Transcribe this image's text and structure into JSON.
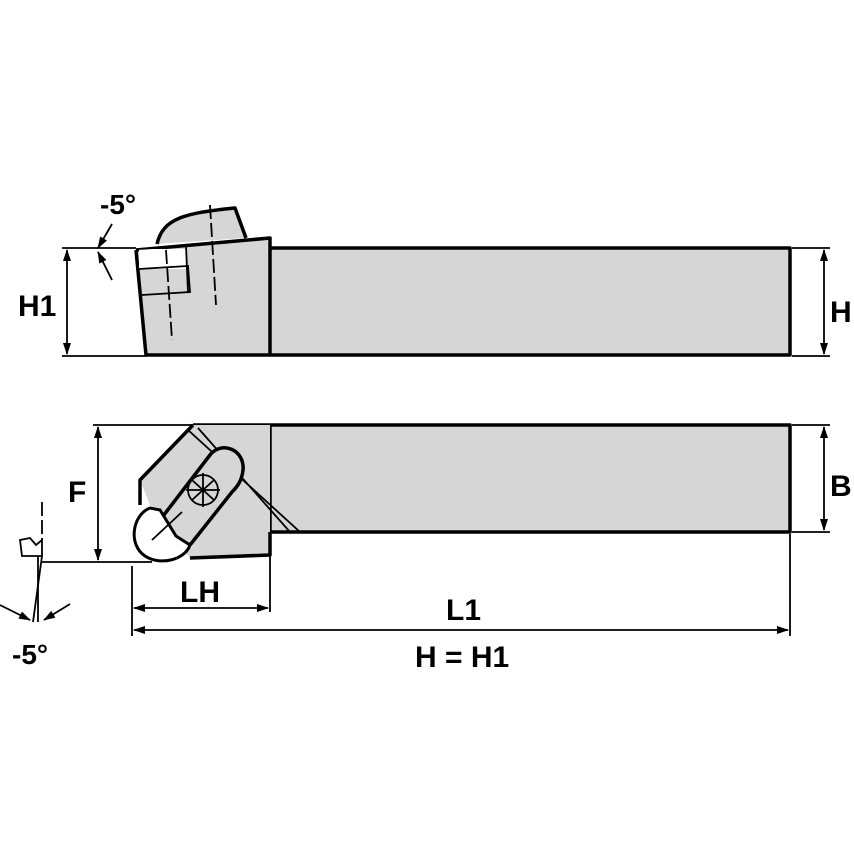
{
  "diagram": {
    "type": "technical-drawing",
    "subject": "turning tool holder (side view and top view)",
    "colors": {
      "body_fill": "#d6d6d6",
      "line": "#000000",
      "background": "#ffffff"
    },
    "side_view": {
      "labels": {
        "rake_angle": "-5°",
        "h1": "H1",
        "h": "H"
      }
    },
    "top_view": {
      "labels": {
        "f": "F",
        "b": "B",
        "lh": "LH",
        "l1": "L1",
        "lead_angle": "-5°"
      }
    },
    "note": "H = H1"
  }
}
